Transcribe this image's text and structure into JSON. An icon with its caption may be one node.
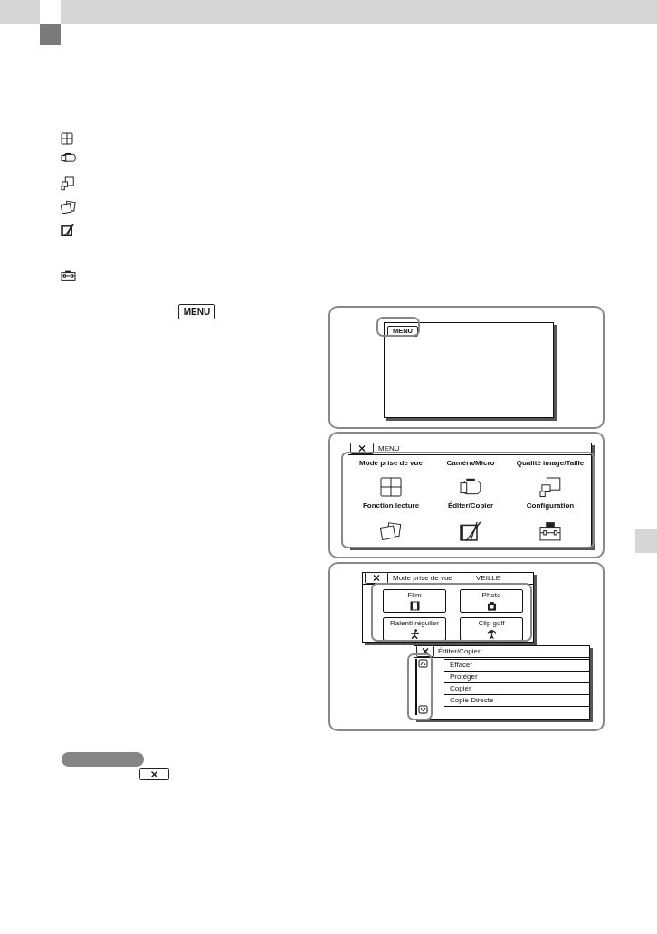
{
  "diagram": {
    "nodes": [
      {
        "text": [
          "MENU"
        ]
      },
      {
        "text": [],
        "shape": "box"
      },
      {
        "text": [],
        "shape": "box",
        "in": 1
      },
      {
        "text": [
          "MENU"
        ],
        "in": 2
      },
      {
        "text": [],
        "shape": "box"
      },
      {
        "text": [
          "MENU"
        ],
        "in": 4
      },
      {
        "text": [
          "Mode prise de vue"
        ],
        "in": 5
      },
      {
        "text": [
          "Caméra/Micro"
        ],
        "in": 5
      },
      {
        "text": [
          "Qualité image/Taille"
        ],
        "in": 5
      },
      {
        "text": [
          "Fonction lecture"
        ],
        "in": 5
      },
      {
        "text": [
          "Éditer/Copier"
        ],
        "in": 5
      },
      {
        "text": [
          "Configuration"
        ],
        "in": 5
      },
      {
        "text": [],
        "shape": "box"
      },
      {
        "text": [
          "Mode prise de vue",
          "VEILLE"
        ],
        "in": 12
      },
      {
        "text": [
          "Film"
        ],
        "in": 13
      },
      {
        "text": [
          "Photo"
        ],
        "in": 13
      },
      {
        "text": [
          "Ralenti régulier"
        ],
        "in": 13
      },
      {
        "text": [
          "Clip golf"
        ],
        "in": 13
      },
      {
        "text": [
          "Éditer/Copier"
        ],
        "in": 12
      },
      {
        "text": [
          "Effacer"
        ],
        "in": 18
      },
      {
        "text": [
          "Protéger"
        ],
        "in": 18
      },
      {
        "text": [
          "Copier"
        ],
        "in": 18
      },
      {
        "text": [
          "Copie Directe"
        ],
        "in": 18
      },
      {
        "text": [],
        "shape": "bar"
      }
    ],
    "edges": []
  }
}
